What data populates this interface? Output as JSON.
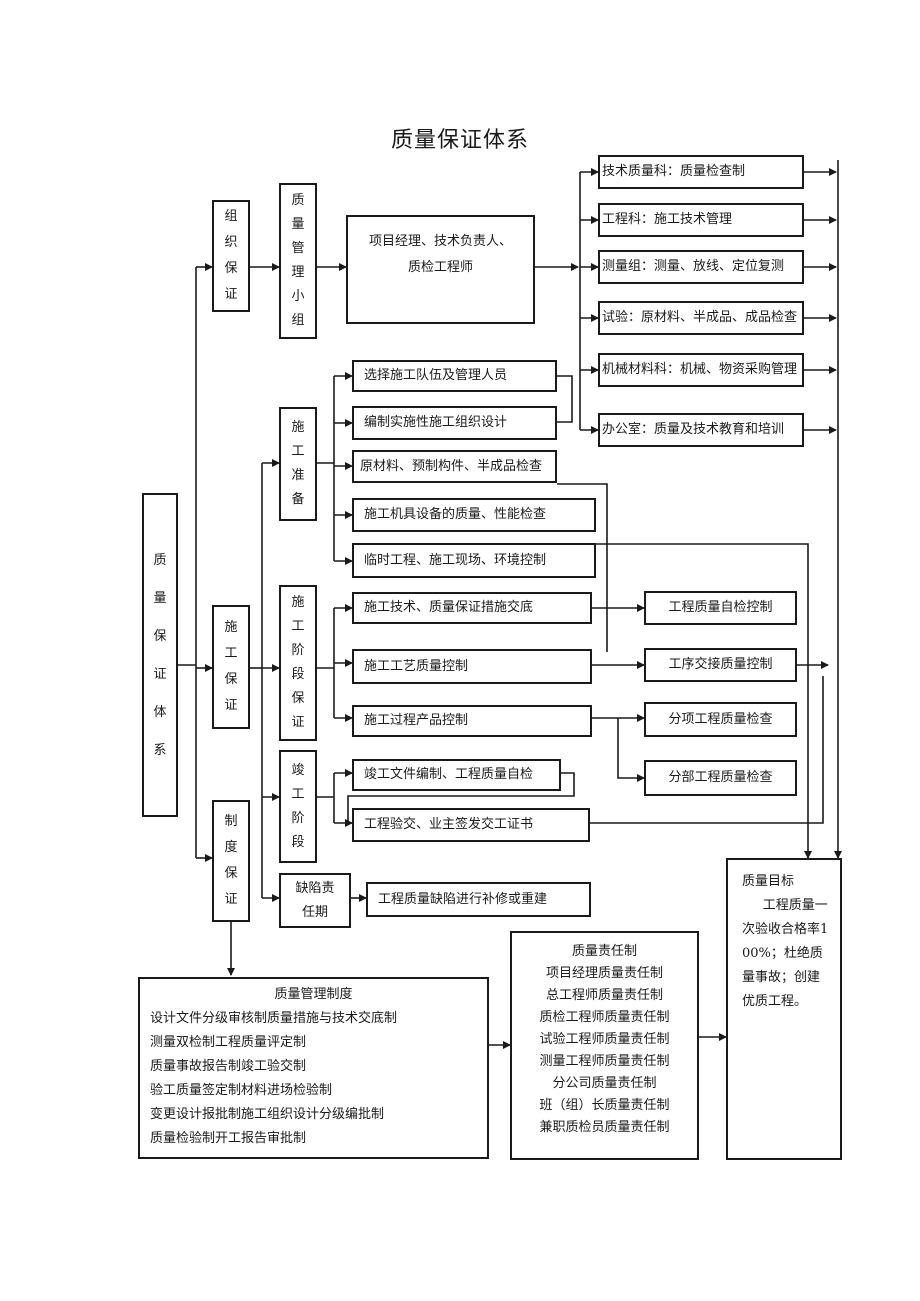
{
  "title": "质量保证体系",
  "root": "质\n\n量\n\n保\n\n证\n\n体\n\n系",
  "branches": {
    "org": "组\n织\n保\n证",
    "construct": "施\n工\n保\n证",
    "system": "制\n度\n保\n证"
  },
  "org_detail": {
    "group": "质\n量\n管\n理\n小\n组",
    "leaders": "项目经理、技术负责人、\n质检工程师",
    "departments": [
      "技术质量科：质量检查制",
      "工程科：施工技术管理",
      "测量组：测量、放线、定位复测",
      "试验：原材料、半成品、成品检查",
      "机械材料科：机械、物资采购管理",
      "办公室：质量及技术教育和培训"
    ]
  },
  "phases": {
    "prep": "施\n工\n准\n备",
    "stage": "施\n工\n阶\n段\n保\n证",
    "complete": "竣\n工\n阶\n段",
    "defect": "缺陷责\n任期"
  },
  "prep_items": [
    "选择施工队伍及管理人员",
    "编制实施性施工组织设计",
    "原材料、预制构件、半成品检查",
    "施工机具设备的质量、性能检查",
    "临时工程、施工现场、环境控制"
  ],
  "stage_items": [
    "施工技术、质量保证措施交底",
    "施工工艺质量控制",
    "施工过程产品控制"
  ],
  "complete_items": [
    "竣工文件编制、工程质量自检",
    "工程验交、业主签发交工证书"
  ],
  "defect_item": "工程质量缺陷进行补修或重建",
  "controls": [
    "工程质量自检控制",
    "工序交接质量控制",
    "分项工程质量检查",
    "分部工程质量检查"
  ],
  "target": {
    "heading": "质量目标",
    "text": "工程质量一次验收合格率100%；杜绝质量事故；创建优质工程。"
  },
  "mgmt_system": {
    "heading": "质量管理制度",
    "lines": [
      "设计文件分级审核制质量措施与技术交底制",
      "测量双检制工程质量评定制",
      "质量事故报告制竣工验交制",
      "验工质量签定制材料进场检验制",
      "变更设计报批制施工组织设计分级编批制",
      "质量检验制开工报告审批制"
    ]
  },
  "responsibility": {
    "heading": "质量责任制",
    "lines": [
      "项目经理质量责任制",
      "总工程师质量责任制",
      "质检工程师质量责任制",
      "试验工程师质量责任制",
      "测量工程师质量责任制",
      "分公司质量责任制",
      "班（组）长质量责任制",
      "兼职质检员质量责任制"
    ]
  }
}
